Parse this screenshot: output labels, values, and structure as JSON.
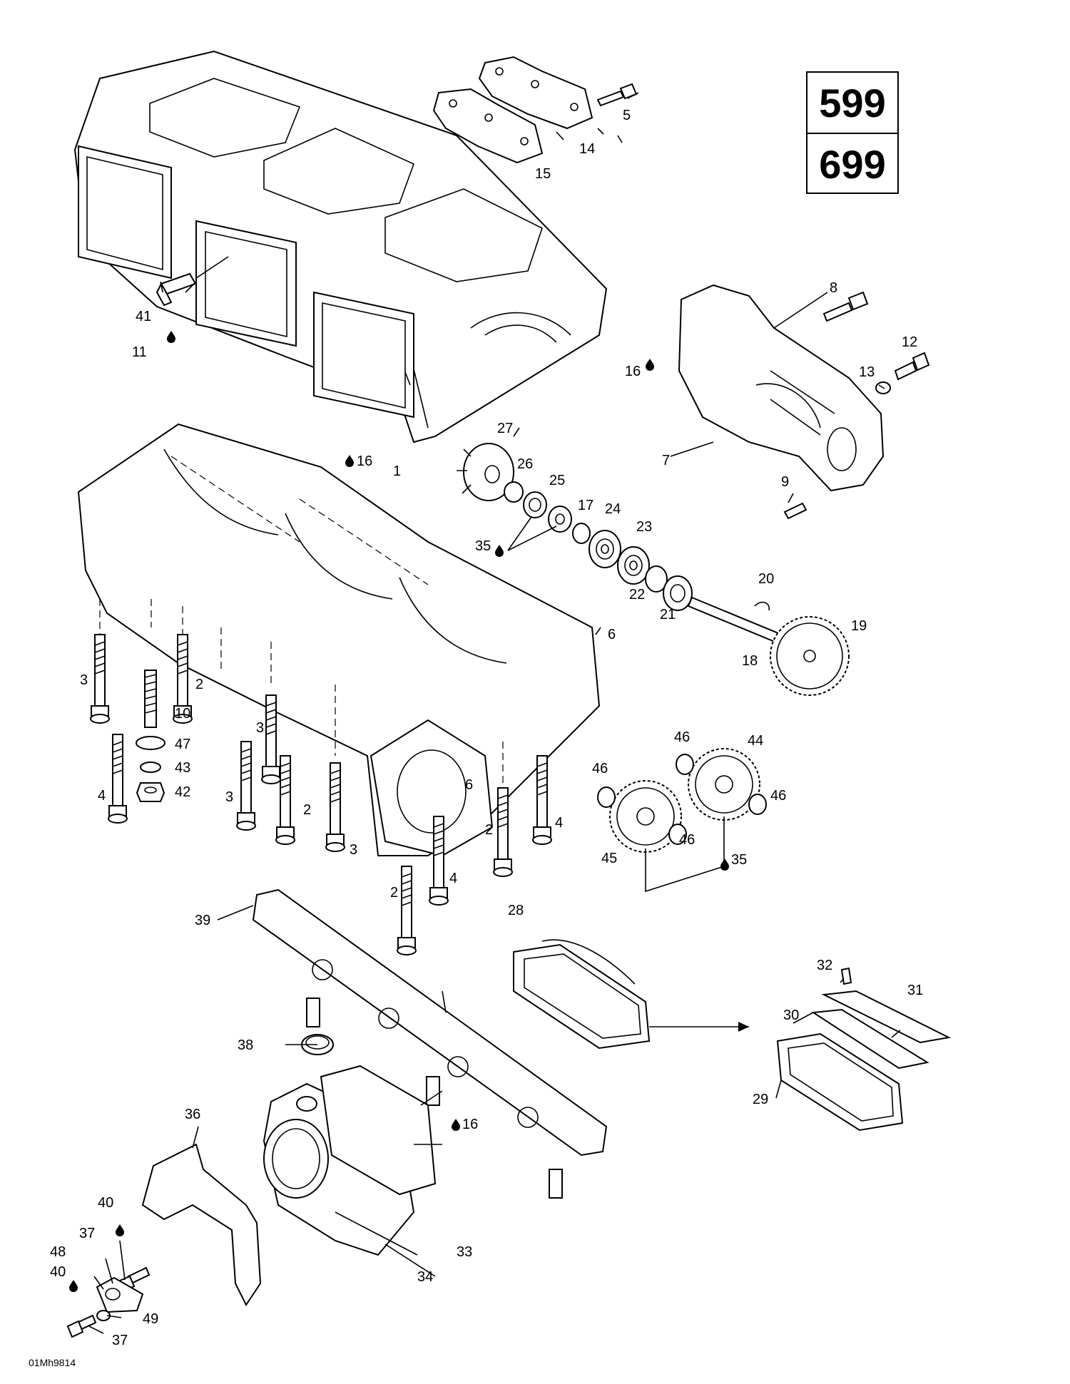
{
  "model_box": {
    "top": "599",
    "bottom": "699"
  },
  "figure_code": "01Mh9814",
  "callouts": {
    "c41": "41",
    "c11": "11",
    "c5": "5",
    "c14": "14",
    "c15": "15",
    "c8": "8",
    "c12": "12",
    "c13": "13",
    "c16a": "16",
    "c7": "7",
    "c9": "9",
    "c27": "27",
    "c16b": "16",
    "c1": "1",
    "c26": "26",
    "c25": "25",
    "c17": "17",
    "c24": "24",
    "c23": "23",
    "c35a": "35",
    "c22": "22",
    "c21": "21",
    "c20": "20",
    "c19": "19",
    "c18": "18",
    "c6a": "6",
    "c3a": "3",
    "c2a": "2",
    "c10": "10",
    "c47": "47",
    "c43": "43",
    "c42": "42",
    "c4a": "4",
    "c3b": "3",
    "c3c": "3",
    "c2b": "2",
    "c3d": "3",
    "c6b": "6",
    "c2c": "2",
    "c4b": "4",
    "c2d": "2",
    "c4c": "4",
    "c46a": "46",
    "c44": "44",
    "c46b": "46",
    "c46c": "46",
    "c46d": "46",
    "c45": "45",
    "c35b": "35",
    "c39": "39",
    "c28": "28",
    "c32": "32",
    "c31": "31",
    "c30": "30",
    "c29": "29",
    "c38": "38",
    "c16c": "16",
    "c36": "36",
    "c40a": "40",
    "c37a": "37",
    "c48": "48",
    "c33": "33",
    "c34": "34",
    "c40b": "40",
    "c49": "49",
    "c37b": "37"
  }
}
